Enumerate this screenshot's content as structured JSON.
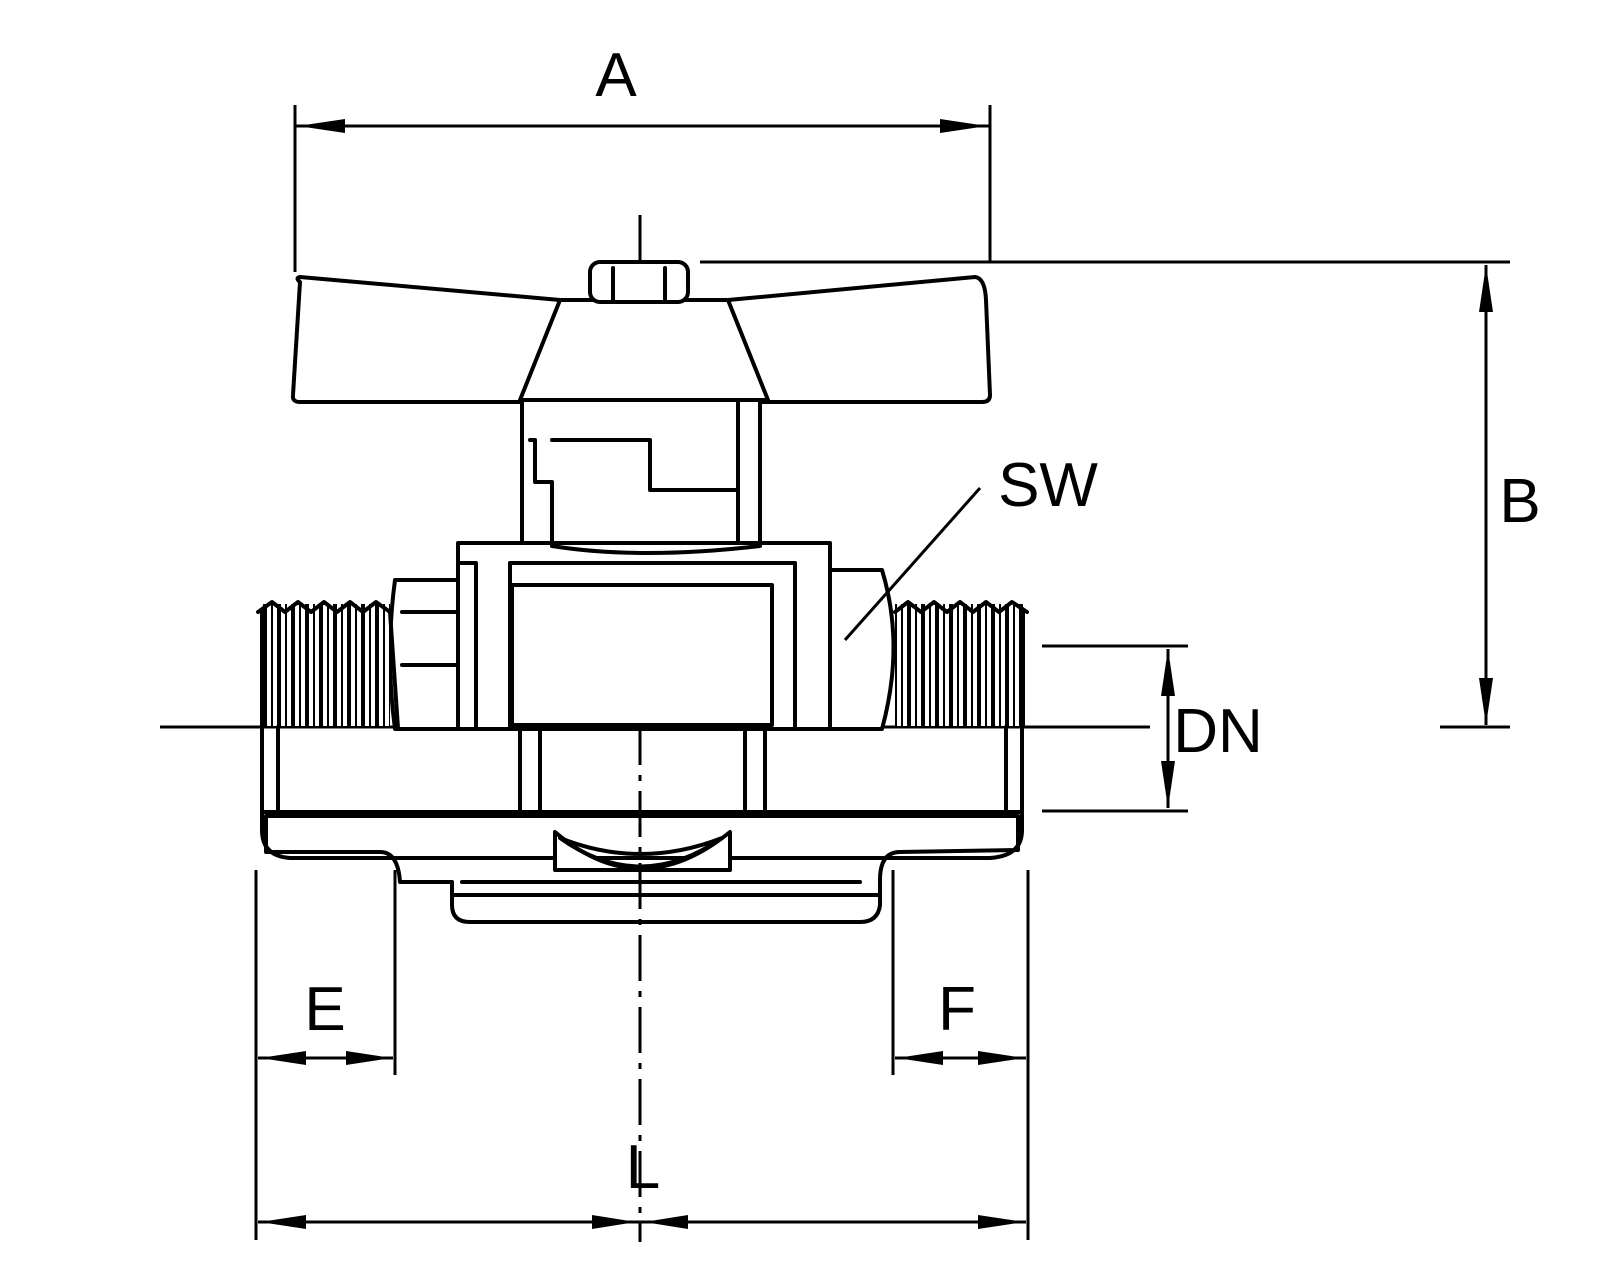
{
  "labels": {
    "A": "A",
    "B": "B",
    "SW": "SW",
    "DN": "DN",
    "E": "E",
    "F": "F",
    "L": "L"
  }
}
